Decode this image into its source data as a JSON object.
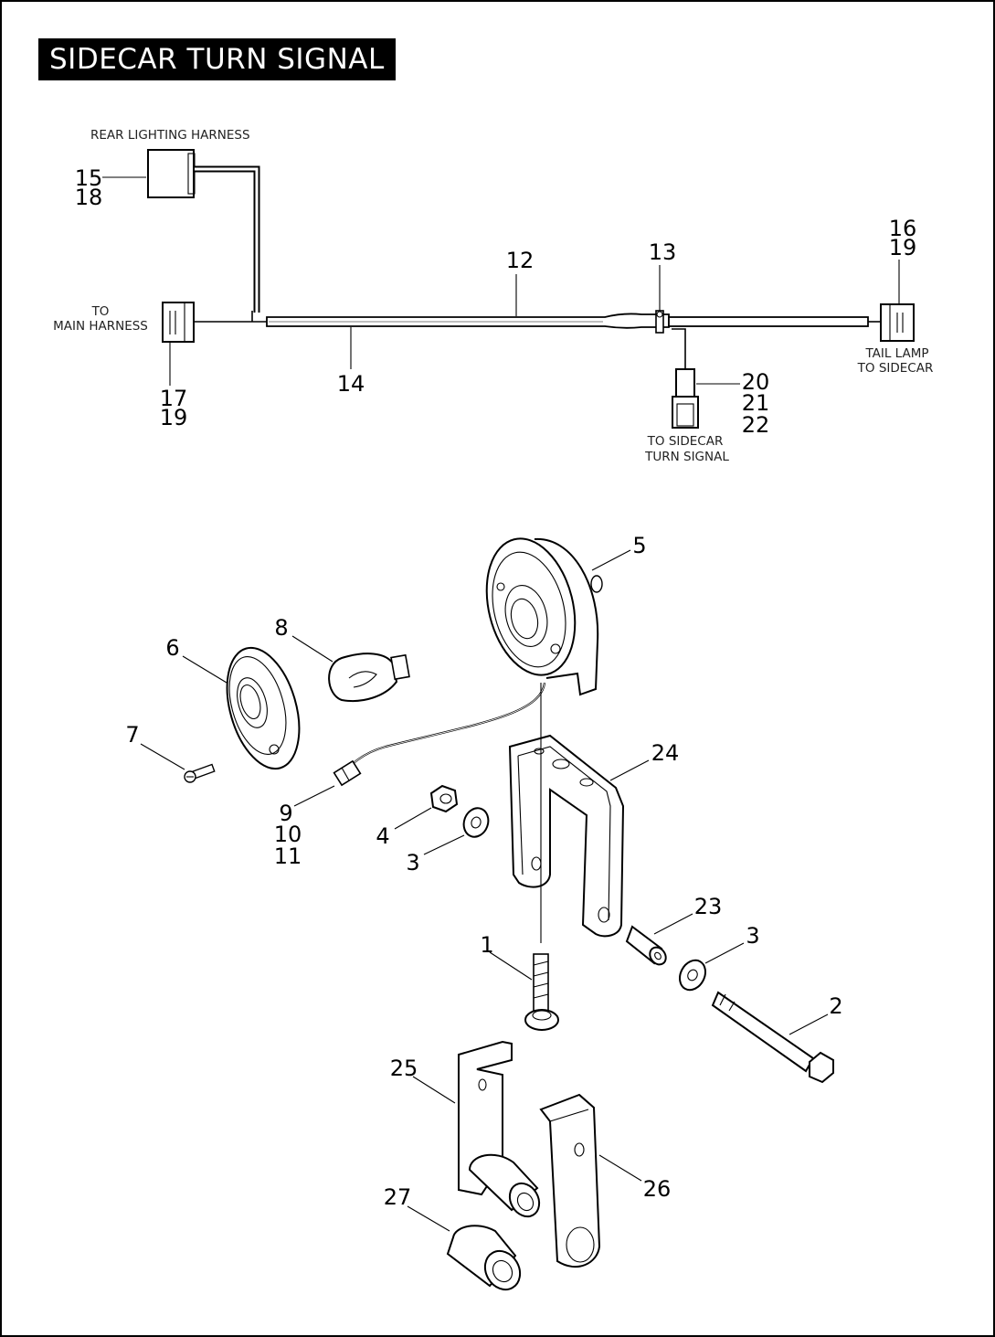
{
  "title": "SIDECAR TURN SIGNAL",
  "captions": {
    "rear_lighting_harness": "REAR LIGHTING HARNESS",
    "to_main_harness_1": "TO",
    "to_main_harness_2": "MAIN HARNESS",
    "tail_lamp_1": "TAIL LAMP",
    "tail_lamp_2": "TO SIDECAR",
    "to_turn_signal_1": "TO SIDECAR",
    "to_turn_signal_2": "TURN SIGNAL"
  },
  "callouts": {
    "c1": "1",
    "c2": "2",
    "c3a": "3",
    "c3b": "3",
    "c4": "4",
    "c5": "5",
    "c6": "6",
    "c7": "7",
    "c8": "8",
    "c9": "9",
    "c10": "10",
    "c11": "11",
    "c12": "12",
    "c13": "13",
    "c14": "14",
    "c15": "15",
    "c16": "16",
    "c17": "17",
    "c18": "18",
    "c19a": "19",
    "c19b": "19",
    "c20": "20",
    "c21": "21",
    "c22": "22",
    "c23": "23",
    "c24": "24",
    "c25": "25",
    "c26": "26",
    "c27": "27"
  }
}
